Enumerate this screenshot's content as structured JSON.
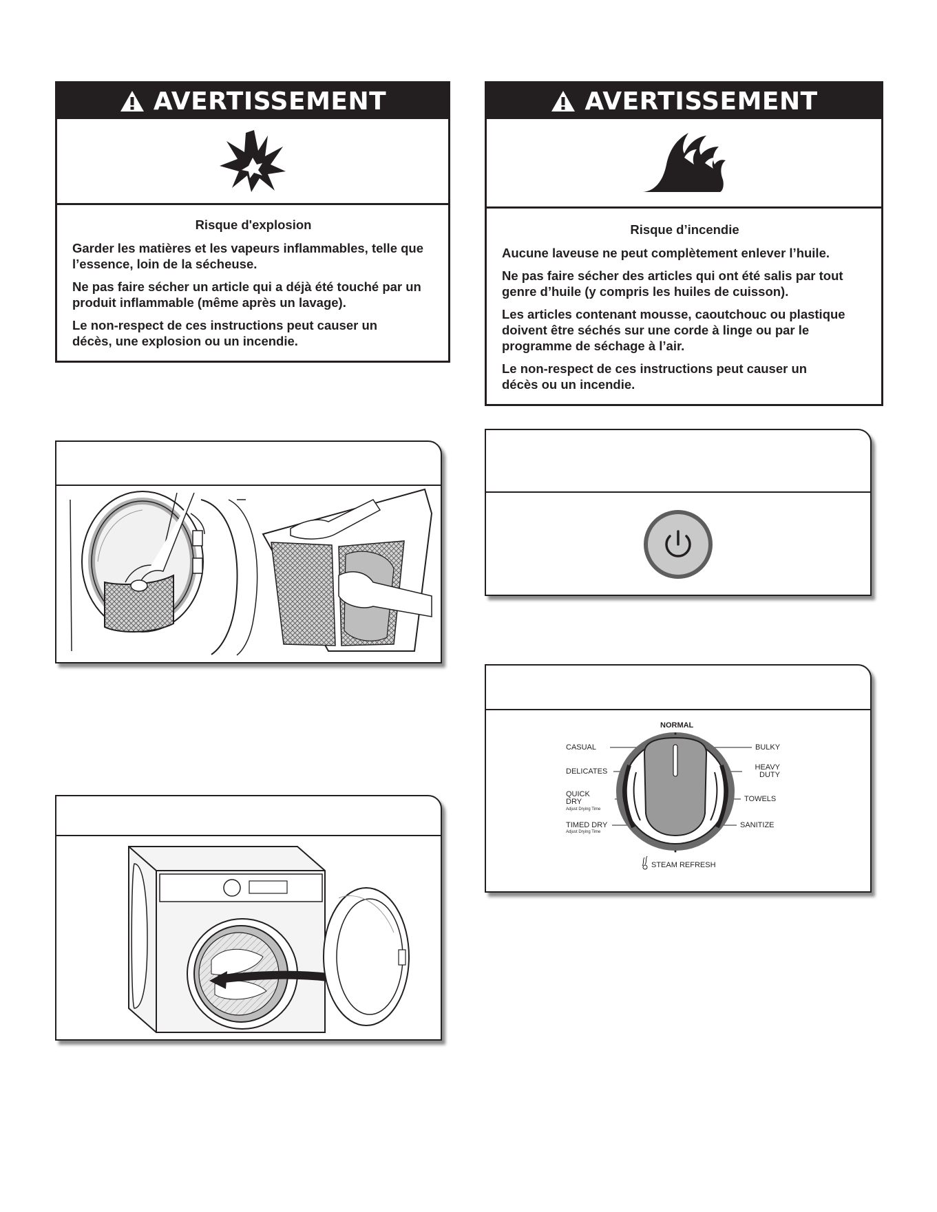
{
  "warning_left": {
    "title": "AVERTISSEMENT",
    "icon": "explosion-icon",
    "risk": "Risque d'explosion",
    "paragraphs": [
      "Garder les matières et les vapeurs inflammables, telle que l’essence, loin de la sécheuse.",
      "Ne pas faire sécher un article qui a déjà été touché par un produit inflammable (même après un lavage).",
      "Le non-respect de ces instructions peut causer un décès, une explosion ou un incendie."
    ]
  },
  "warning_right": {
    "title": "AVERTISSEMENT",
    "icon": "fire-icon",
    "risk": "Risque d’incendie",
    "paragraphs": [
      "Aucune laveuse ne peut complètement enlever l’huile.",
      "Ne pas faire sécher des articles qui ont été salis par tout genre d’huile (y compris les huiles de cuisson).",
      "Les articles contenant mousse, caoutchouc ou plastique doivent être séchés sur une corde à linge ou par le programme de séchage à l’air.",
      "Le non-respect de ces instructions peut causer un décès ou un incendie."
    ]
  },
  "dial": {
    "top": "NORMAL",
    "left": [
      {
        "label": "CASUAL"
      },
      {
        "label": "DELICATES"
      },
      {
        "label": "QUICK\nDRY",
        "sub": "Adjust Drying Time"
      },
      {
        "label": "TIMED DRY",
        "sub": "Adjust Drying Time"
      }
    ],
    "right": [
      {
        "label": "BULKY"
      },
      {
        "label": "HEAVY\nDUTY"
      },
      {
        "label": "TOWELS"
      },
      {
        "label": "SANITIZE"
      }
    ],
    "bottom": "STEAM REFRESH"
  },
  "icons": {
    "warning_triangle": "warning-triangle-icon",
    "power": "power-icon",
    "lint_screen": "lint-screen-illustration",
    "load_dryer": "load-dryer-illustration",
    "cycle_knob": "cycle-knob-illustration"
  }
}
